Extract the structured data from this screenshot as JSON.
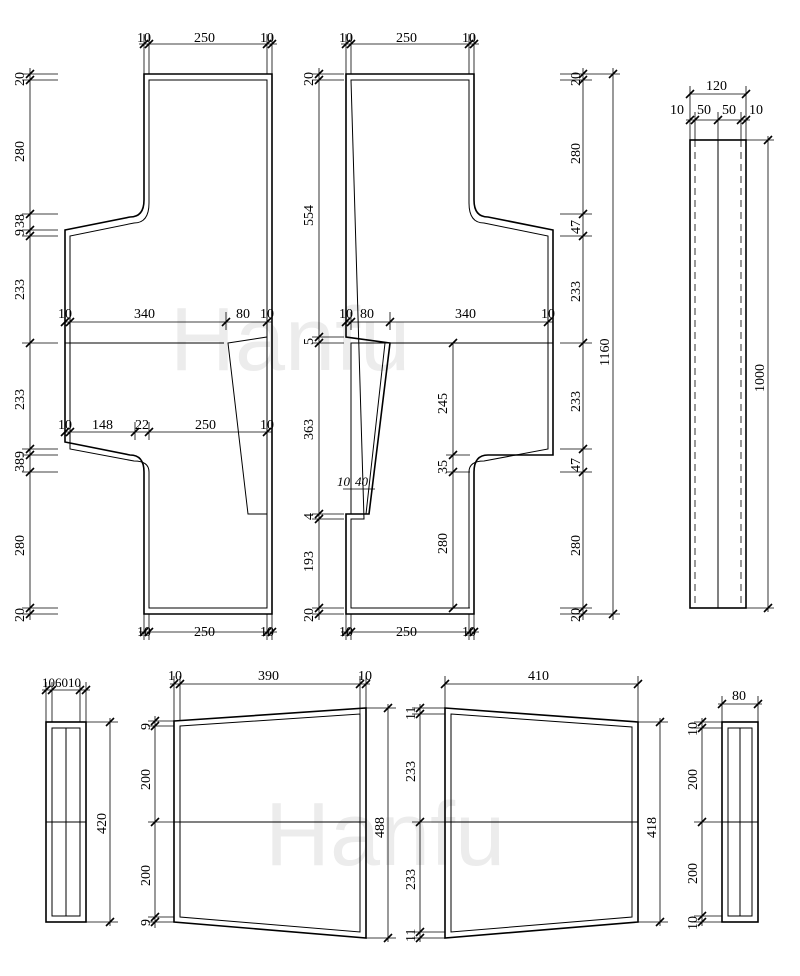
{
  "watermark": "Hanfu",
  "front": {
    "top_dims": [
      "10",
      "250",
      "10"
    ],
    "left_dims": [
      "20",
      "280",
      "9",
      "38",
      "233",
      "233",
      "38",
      "9",
      "280",
      "20"
    ],
    "upper_row": [
      "10",
      "340",
      "80",
      "10"
    ],
    "lower_row": [
      "10",
      "148",
      "22",
      "250",
      "10"
    ],
    "bottom_dims": [
      "10",
      "250",
      "10"
    ]
  },
  "back": {
    "top_dims": [
      "10",
      "250",
      "10"
    ],
    "left_dims": [
      "20",
      "554",
      "5",
      "363",
      "4",
      "193",
      "20"
    ],
    "upper_row": [
      "10",
      "80",
      "340",
      "10"
    ],
    "small_dims": [
      "10",
      "40"
    ],
    "inner_dims": [
      "245",
      "35",
      "280"
    ],
    "right_dims": [
      "20",
      "280",
      "47",
      "233",
      "233",
      "47",
      "280",
      "20"
    ],
    "total_height": "1160",
    "bottom_dims": [
      "10",
      "250",
      "10"
    ]
  },
  "collar": {
    "width": "120",
    "parts": [
      "10",
      "50",
      "50",
      "10"
    ],
    "length": "1000"
  },
  "band_small": {
    "top": "106010",
    "height": "420"
  },
  "panel_left": {
    "top_dims": [
      "10",
      "390",
      "10"
    ],
    "left_dims": [
      "9",
      "200",
      "200",
      "9"
    ],
    "right_dim": "488"
  },
  "panel_right": {
    "top_dim": "410",
    "left_dims": [
      "11",
      "233",
      "233",
      "11"
    ],
    "right_dim": "418"
  },
  "band_right": {
    "width": "80",
    "dims": [
      "10",
      "200",
      "200",
      "10"
    ]
  }
}
